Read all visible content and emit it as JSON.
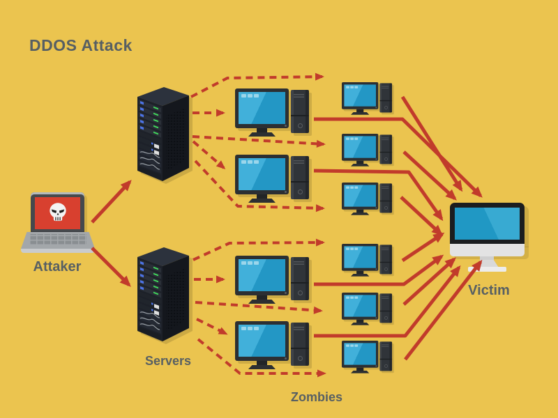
{
  "title": "DDOS Attack",
  "labels": {
    "attacker": "Attaker",
    "servers": "Servers",
    "zombies": "Zombies",
    "victim": "Victim"
  },
  "colors": {
    "background": "#ebc44f",
    "arrow": "#c13b2b",
    "text": "#575f63",
    "attacker_screen": "#d8402f",
    "zombie_screen": "#2397c5",
    "zombie_screen_highlight": "#41b0da",
    "victim_screen": "#2098c4",
    "device_dark": "#2c2f32",
    "server_led_blue": "#4d74e8",
    "server_led_green": "#41dd5c"
  },
  "nodes": {
    "attacker": {
      "label": "Attaker",
      "type": "laptop",
      "screen_icon": "skull-icon"
    },
    "servers": {
      "label": "Servers",
      "count": 2,
      "type": "server-rack"
    },
    "zombies": {
      "label": "Zombies",
      "count": 10,
      "large_count": 4,
      "small_count": 6,
      "type": "desktop-computer"
    },
    "victim": {
      "label": "Victim",
      "type": "desktop-monitor"
    }
  },
  "connections": [
    {
      "from": "attacker",
      "to": "server-1",
      "style": "solid"
    },
    {
      "from": "attacker",
      "to": "server-2",
      "style": "solid"
    },
    {
      "from": "server-1",
      "to": "zombie-small-1",
      "style": "dashed"
    },
    {
      "from": "server-1",
      "to": "zombie-large-1",
      "style": "dashed"
    },
    {
      "from": "server-1",
      "to": "zombie-small-2",
      "style": "dashed"
    },
    {
      "from": "server-1",
      "to": "zombie-large-2",
      "style": "dashed"
    },
    {
      "from": "server-1",
      "to": "zombie-small-3",
      "style": "dashed"
    },
    {
      "from": "server-2",
      "to": "zombie-small-4",
      "style": "dashed"
    },
    {
      "from": "server-2",
      "to": "zombie-large-3",
      "style": "dashed"
    },
    {
      "from": "server-2",
      "to": "zombie-small-5",
      "style": "dashed"
    },
    {
      "from": "server-2",
      "to": "zombie-large-4",
      "style": "dashed"
    },
    {
      "from": "server-2",
      "to": "zombie-small-6",
      "style": "dashed"
    },
    {
      "from": "zombie-small-1",
      "to": "victim",
      "style": "solid"
    },
    {
      "from": "zombie-large-1",
      "to": "victim",
      "style": "solid"
    },
    {
      "from": "zombie-small-2",
      "to": "victim",
      "style": "solid"
    },
    {
      "from": "zombie-large-2",
      "to": "victim",
      "style": "solid"
    },
    {
      "from": "zombie-small-3",
      "to": "victim",
      "style": "solid"
    },
    {
      "from": "zombie-small-4",
      "to": "victim",
      "style": "solid"
    },
    {
      "from": "zombie-large-3",
      "to": "victim",
      "style": "solid"
    },
    {
      "from": "zombie-small-5",
      "to": "victim",
      "style": "solid"
    },
    {
      "from": "zombie-large-4",
      "to": "victim",
      "style": "solid"
    },
    {
      "from": "zombie-small-6",
      "to": "victim",
      "style": "solid"
    }
  ]
}
